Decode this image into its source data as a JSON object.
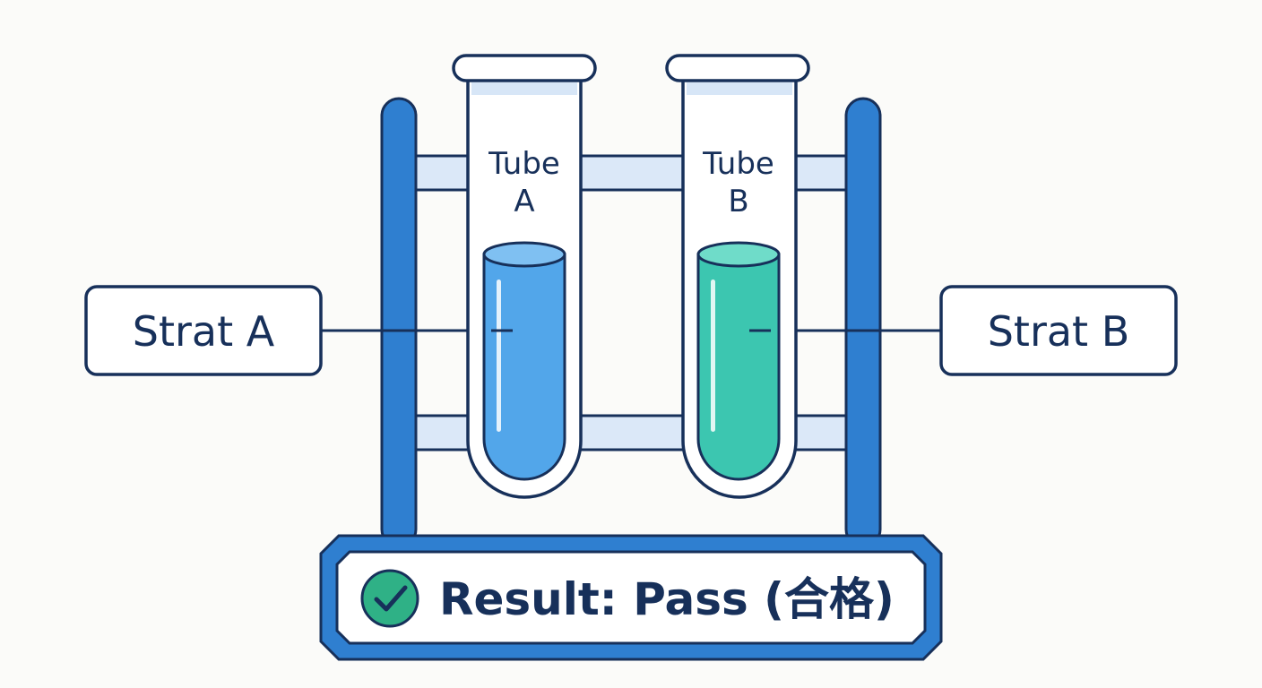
{
  "tubes": [
    {
      "label_line1": "Tube",
      "label_line2": "A",
      "liquid_color": "#52a6ea"
    },
    {
      "label_line1": "Tube",
      "label_line2": "B",
      "liquid_color": "#3cc6b0"
    }
  ],
  "callouts": {
    "left": "Strat A",
    "right": "Strat B"
  },
  "result": {
    "text": "Result: Pass (合格)",
    "check_color": "#2fb186"
  },
  "colors": {
    "outline": "#17305a",
    "rack": "#2f7fd0",
    "rack_light": "#dbe8f8"
  }
}
